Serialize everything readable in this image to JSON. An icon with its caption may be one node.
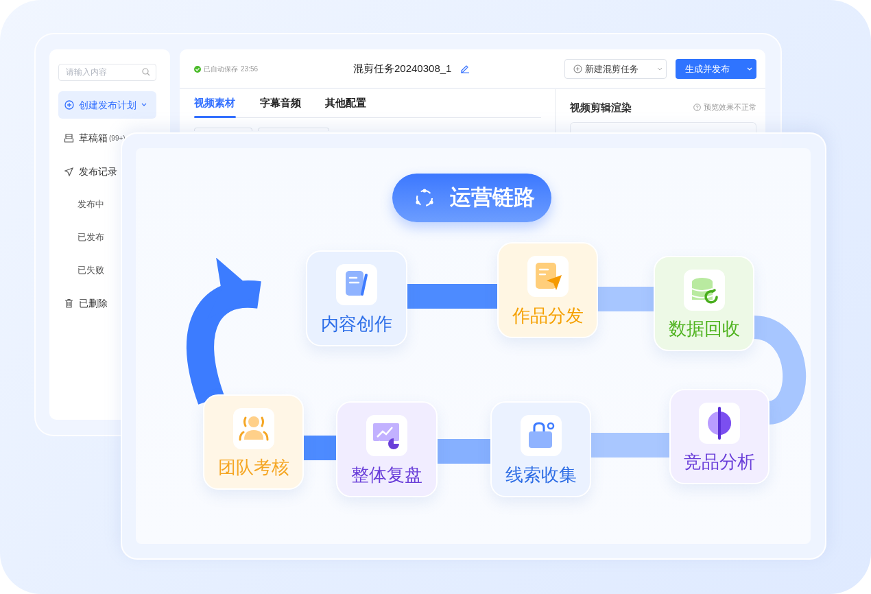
{
  "diagram": {
    "nodes": [
      {
        "text": [
          "运营链路"
        ]
      },
      {
        "text": [
          "内容创作"
        ]
      },
      {
        "text": [
          "作品分发"
        ]
      },
      {
        "text": [
          "数据回收"
        ]
      },
      {
        "text": [
          "团队考核"
        ]
      },
      {
        "text": [
          "整体复盘"
        ]
      },
      {
        "text": [
          "线索收集"
        ]
      },
      {
        "text": [
          "竞品分析"
        ]
      }
    ],
    "edges": [
      {
        "from": 1,
        "to": 2,
        "arrow": "none",
        "color": "#4d8bff"
      },
      {
        "from": 2,
        "to": 3,
        "arrow": "none",
        "color": "#a7c6ff"
      },
      {
        "from": 3,
        "to": 7,
        "arrow": "none",
        "color": "#a7c6ff"
      },
      {
        "from": 7,
        "to": 6,
        "arrow": "none",
        "color": "#a9c7ff"
      },
      {
        "from": 6,
        "to": 5,
        "arrow": "none",
        "color": "#86b0ff"
      },
      {
        "from": 5,
        "to": 4,
        "arrow": "none",
        "color": "#4d8bff"
      },
      {
        "from": 4,
        "to": 1,
        "arrow": "to",
        "color": "#3c7cff"
      }
    ],
    "labels": [
      "请输入内容",
      "创建发布计划",
      "草稿箱",
      "(99+)",
      "发布记录",
      "发布中",
      "已发布",
      "已失败",
      "已删除",
      "已自动保存",
      "23:56",
      "混剪任务20240308_1",
      "新建混剪任务",
      "生成并发布",
      "视频素材",
      "字幕音频",
      "其他配置",
      "视频剪辑渲染",
      "预览效果不正常"
    ]
  }
}
